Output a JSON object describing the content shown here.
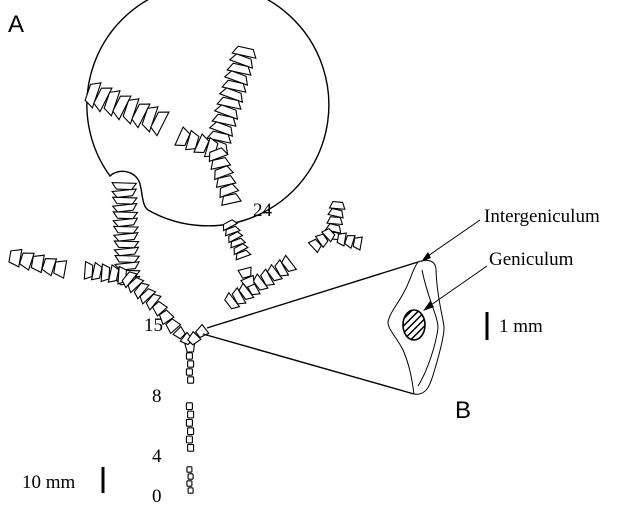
{
  "panels": {
    "a_label": "A",
    "b_label": "B"
  },
  "segment_numbers": [
    "24",
    "15",
    "8",
    "4",
    "0"
  ],
  "labels": {
    "intergeniculum": "Intergeniculum",
    "geniculum": "Geniculum"
  },
  "scale_bars": {
    "large": "10 mm",
    "small": "1 mm"
  },
  "colors": {
    "ink": "#000000",
    "background": "#ffffff"
  }
}
